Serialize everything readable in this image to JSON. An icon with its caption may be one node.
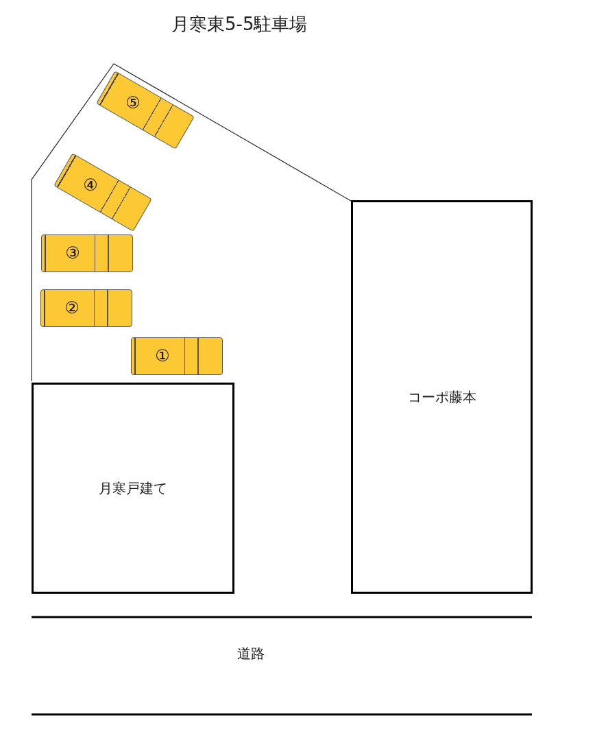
{
  "diagram": {
    "title": "月寒東5-5駐車場",
    "nodes": [
      {
        "text": [
          "⑤"
        ]
      },
      {
        "text": [
          "④"
        ]
      },
      {
        "text": [
          "③"
        ]
      },
      {
        "text": [
          "②"
        ]
      },
      {
        "text": [
          "①"
        ]
      },
      {
        "text": [
          "月寒戸建て"
        ]
      },
      {
        "text": [
          "コーポ藤本"
        ]
      }
    ],
    "edges": [],
    "labels": [
      "道路"
    ]
  }
}
